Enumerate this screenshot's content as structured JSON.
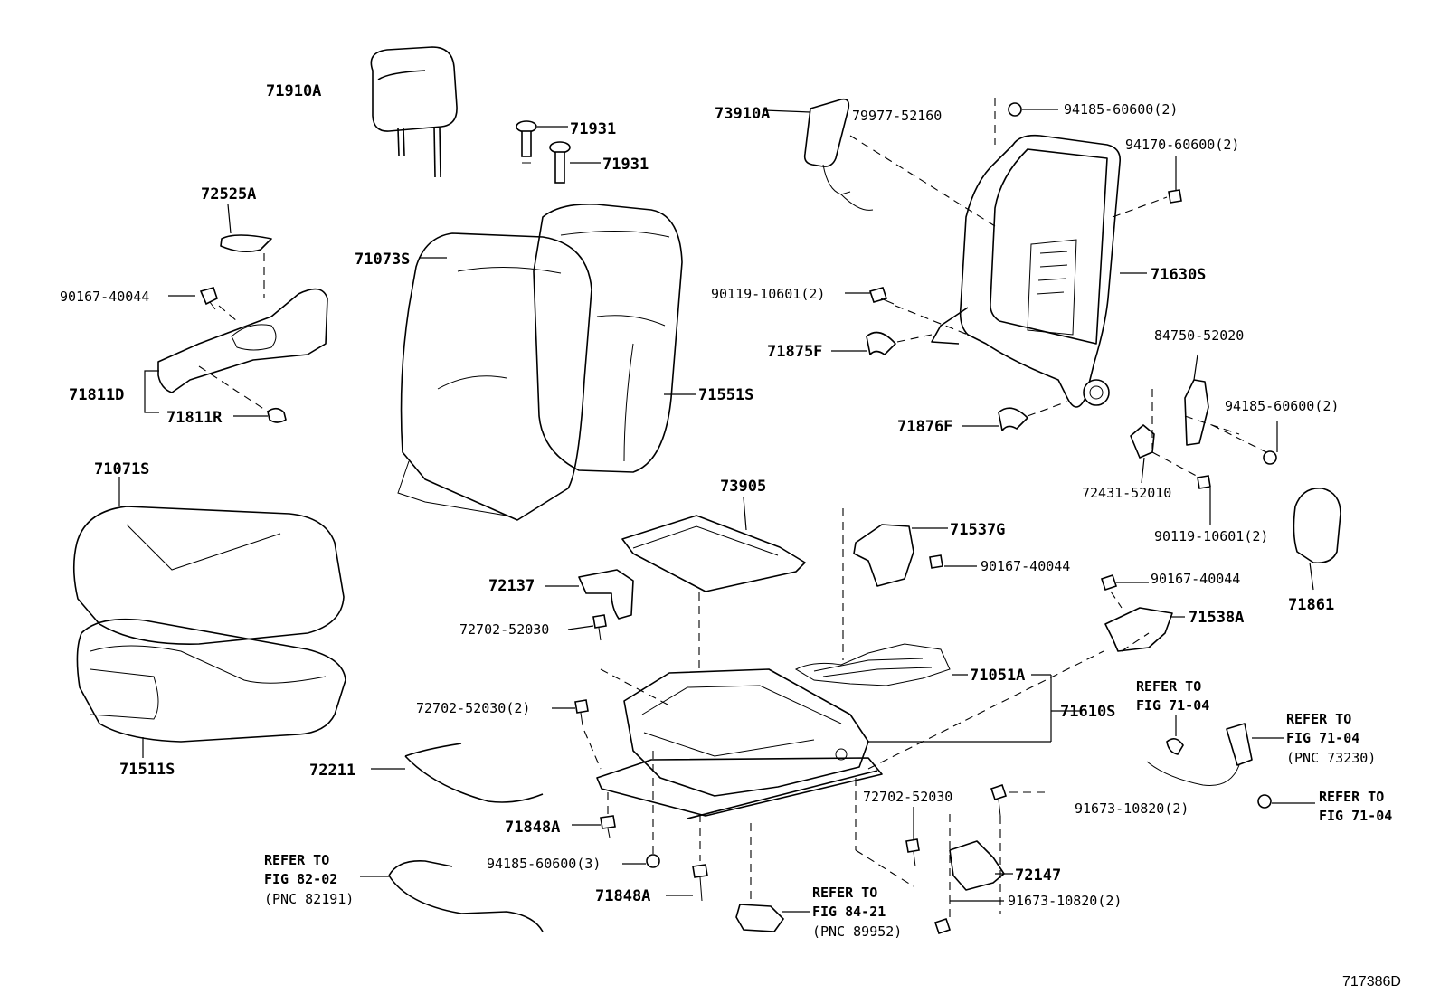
{
  "diagram": {
    "code": "717386D",
    "callouts": [
      {
        "id": "p71910A",
        "text": "71910A"
      },
      {
        "id": "p71931a",
        "text": "71931"
      },
      {
        "id": "p71931b",
        "text": "71931"
      },
      {
        "id": "p73910A",
        "text": "73910A"
      },
      {
        "id": "p79977",
        "text": "79977-52160"
      },
      {
        "id": "p94185a",
        "text": "94185-60600(2)"
      },
      {
        "id": "p94170",
        "text": "94170-60600(2)"
      },
      {
        "id": "p72525A",
        "text": "72525A"
      },
      {
        "id": "p90167a",
        "text": "90167-40044"
      },
      {
        "id": "p71073S",
        "text": "71073S"
      },
      {
        "id": "p90119a",
        "text": "90119-10601(2)"
      },
      {
        "id": "p71630S",
        "text": "71630S"
      },
      {
        "id": "p71875F",
        "text": "71875F"
      },
      {
        "id": "p84750",
        "text": "84750-52020"
      },
      {
        "id": "p71811D",
        "text": "71811D"
      },
      {
        "id": "p71811R",
        "text": "71811R"
      },
      {
        "id": "p71551S",
        "text": "71551S"
      },
      {
        "id": "p94185b",
        "text": "94185-60600(2)"
      },
      {
        "id": "p71876F",
        "text": "71876F"
      },
      {
        "id": "p71071S",
        "text": "71071S"
      },
      {
        "id": "p72431",
        "text": "72431-52010"
      },
      {
        "id": "p73905",
        "text": "73905"
      },
      {
        "id": "p90119b",
        "text": "90119-10601(2)"
      },
      {
        "id": "p71537G",
        "text": "71537G"
      },
      {
        "id": "p90167b",
        "text": "90167-40044"
      },
      {
        "id": "p72137",
        "text": "72137"
      },
      {
        "id": "p90167c",
        "text": "90167-40044"
      },
      {
        "id": "p71861",
        "text": "71861"
      },
      {
        "id": "p72702a",
        "text": "72702-52030"
      },
      {
        "id": "p71538A",
        "text": "71538A"
      },
      {
        "id": "p71051A",
        "text": "71051A"
      },
      {
        "id": "p72702b",
        "text": "72702-52030(2)"
      },
      {
        "id": "p71610S",
        "text": "71610S"
      },
      {
        "id": "p71511S",
        "text": "71511S"
      },
      {
        "id": "p72211",
        "text": "72211"
      },
      {
        "id": "p72702c",
        "text": "72702-52030"
      },
      {
        "id": "p91673a",
        "text": "91673-10820(2)"
      },
      {
        "id": "p71848Aa",
        "text": "71848A"
      },
      {
        "id": "p94185c",
        "text": "94185-60600(3)"
      },
      {
        "id": "p72147",
        "text": "72147"
      },
      {
        "id": "p71848Ab",
        "text": "71848A"
      },
      {
        "id": "p91673b",
        "text": "91673-10820(2)"
      }
    ],
    "references": [
      {
        "id": "r7104a",
        "lines": [
          "REFER TO",
          "FIG 71-04"
        ]
      },
      {
        "id": "r7104b",
        "lines": [
          "REFER TO",
          "FIG 71-04",
          "(PNC 73230)"
        ]
      },
      {
        "id": "r7104c",
        "lines": [
          "REFER TO",
          "FIG 71-04"
        ]
      },
      {
        "id": "r8202",
        "lines": [
          "REFER TO",
          "FIG 82-02",
          "(PNC 82191)"
        ]
      },
      {
        "id": "r8421",
        "lines": [
          "REFER TO",
          "FIG 84-21",
          "(PNC 89952)"
        ]
      }
    ]
  }
}
